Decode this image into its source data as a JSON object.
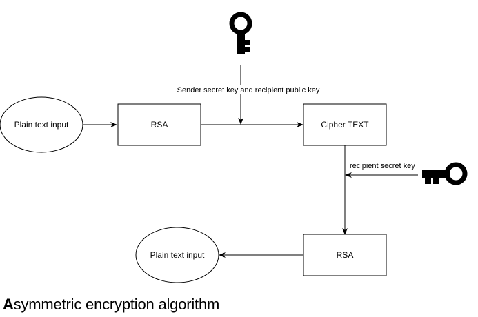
{
  "nodes": {
    "input_top": {
      "label": "Plain text input"
    },
    "rsa_top": {
      "label": "RSA"
    },
    "cipher": {
      "label": "Cipher TEXT"
    },
    "rsa_bottom": {
      "label": "RSA"
    },
    "output_bottom": {
      "label": "Plain text input"
    }
  },
  "edges": {
    "sender_key_label": "Sender secret key and recipient public key",
    "recipient_key_label": "recipient secret key"
  },
  "icons": {
    "top_key": "key-icon",
    "right_key": "key-icon"
  },
  "caption": {
    "first_letter": "A",
    "rest": "symmetric encryption algorithm"
  }
}
